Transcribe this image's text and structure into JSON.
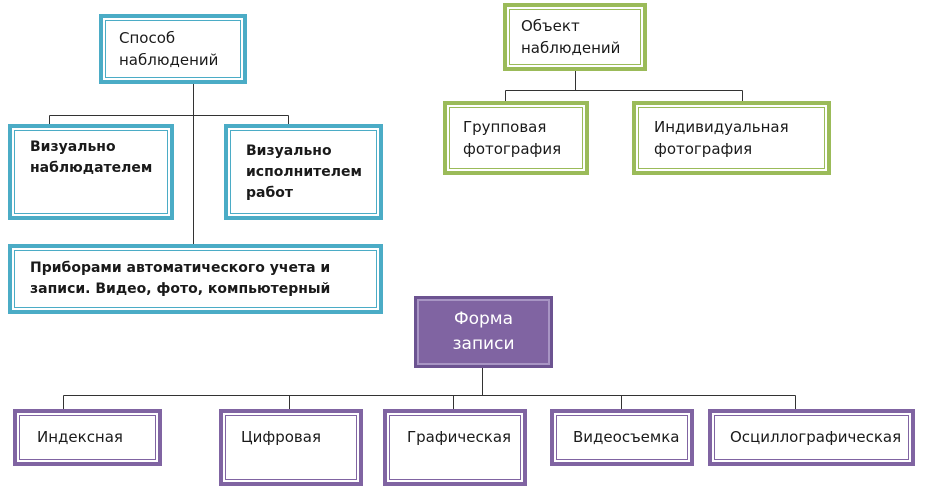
{
  "method": {
    "title": "Способ\nнаблюдений",
    "visual_observer": "Визуально\nнаблюдателем",
    "visual_worker": "Визуально\nисполнителем\nработ",
    "devices": "Приборами автоматического учета и\nзаписи. Видео, фото, компьютерный"
  },
  "object": {
    "title": "Объект\nнаблюдений",
    "group": "Групповая\nфотография",
    "individual": "Индивидуальная\nфотография"
  },
  "record_form": {
    "title": "Форма\nзаписи",
    "items": [
      "Индексная",
      "Цифровая",
      "Графическая",
      "Видеосъемка",
      "Осциллографическая"
    ]
  },
  "colors": {
    "method": "#4bacc6",
    "object": "#9bbb59",
    "record_form": "#8064a2",
    "connector": "#333333"
  }
}
